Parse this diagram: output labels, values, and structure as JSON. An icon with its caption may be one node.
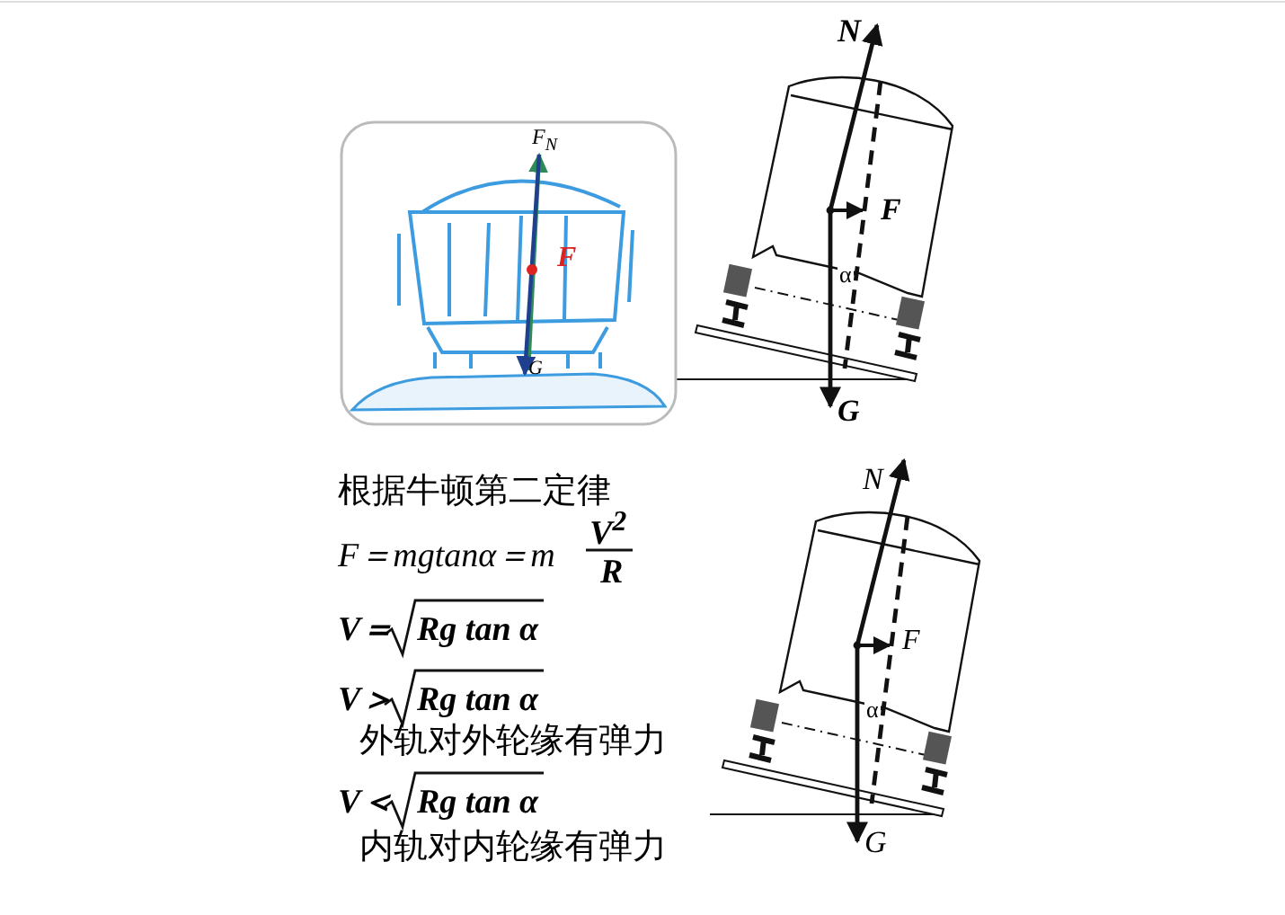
{
  "diagram": {
    "labels": [
      "N",
      "F",
      "α",
      "G",
      "F$_{N}$",
      "F",
      "G",
      "根据牛顿第二定律",
      "F＝mgtanα＝m",
      "V$^{2}$",
      "R",
      "V＝",
      "Rg tan α",
      "V＞",
      "Rg tan α",
      "外轨对外轮缘有弹力",
      "V＜",
      "Rg tan α",
      "内轨对内轮缘有弹力",
      "N",
      "F",
      "α",
      "G"
    ]
  }
}
